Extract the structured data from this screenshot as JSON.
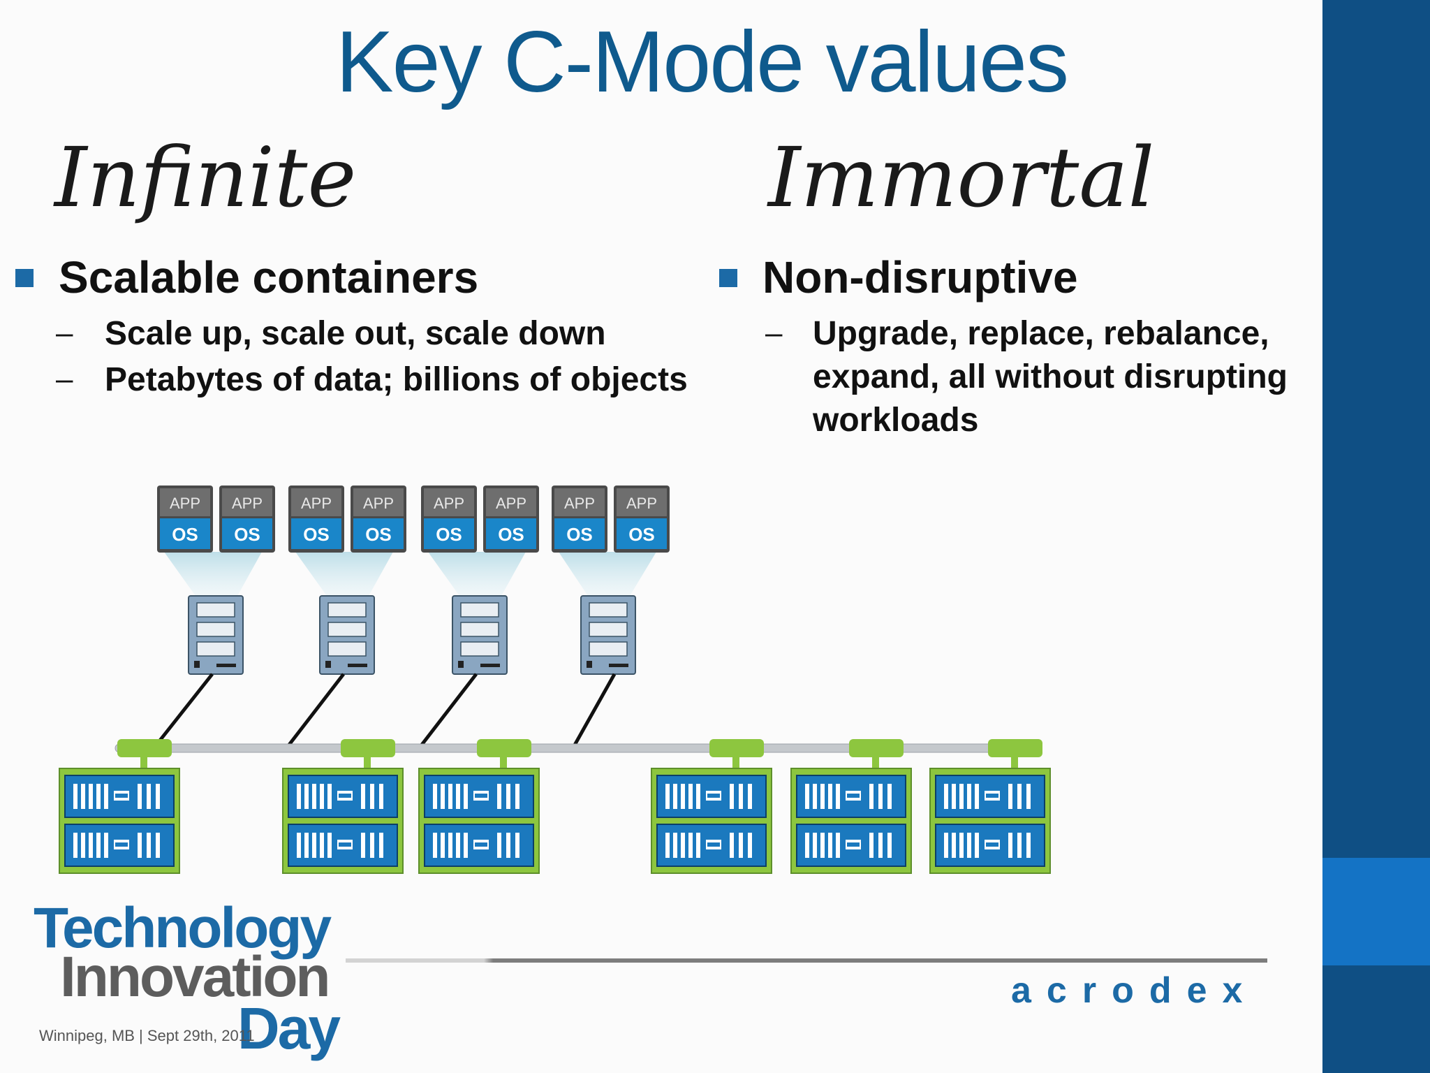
{
  "slide": {
    "title": "Key C-Mode values",
    "left": {
      "script_word": "Infinite",
      "bullet": "Scalable containers",
      "subs": [
        "Scale up, scale out, scale down",
        "Petabytes of data; billions of objects"
      ]
    },
    "right": {
      "script_word": "Immortal",
      "bullet": "Non-disruptive",
      "sub_lines": [
        "Upgrade, replace, rebalance,",
        "expand, all without disrupting",
        "workloads"
      ]
    },
    "dash": "–"
  },
  "diagram": {
    "vm_app_label": "APP",
    "vm_os_label": "OS",
    "vm_count": 8,
    "host_count": 4,
    "storage_count": 6,
    "colors": {
      "app": "#6e6e6e",
      "os": "#1a86c9",
      "green": "#8dc63f",
      "host": "#8aa6c1"
    }
  },
  "footer": {
    "event_line1": "Technology",
    "event_line2": "Innovation",
    "event_line3": "Day",
    "event_meta": "Winnipeg, MB | Sept 29th, 2011",
    "brand": "acrodex"
  }
}
